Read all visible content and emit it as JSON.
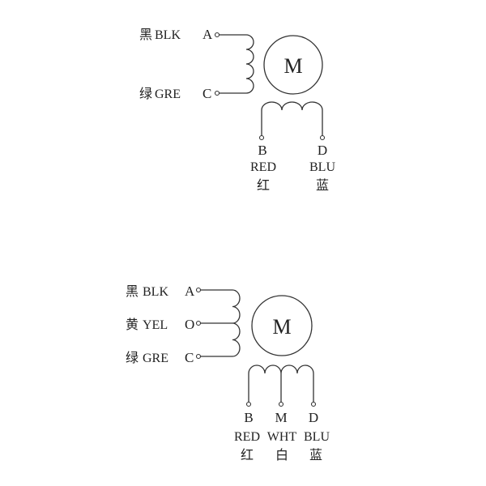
{
  "diagrams": [
    {
      "title_hidden": null,
      "left_wires": [
        {
          "color_cn": "黑",
          "color_en": "BLK",
          "pin": "A"
        },
        {
          "color_cn": "绿",
          "color_en": "GRE",
          "pin": "C"
        }
      ],
      "motor_label": "M",
      "bottom_wires": [
        {
          "pin": "B",
          "color_en": "RED",
          "color_cn": "红"
        },
        {
          "pin": "D",
          "color_en": "BLU",
          "color_cn": "蓝"
        }
      ]
    },
    {
      "left_wires": [
        {
          "color_cn": "黑",
          "color_en": "BLK",
          "pin": "A"
        },
        {
          "color_cn": "黄",
          "color_en": "YEL",
          "pin": "O"
        },
        {
          "color_cn": "绿",
          "color_en": "GRE",
          "pin": "C"
        }
      ],
      "motor_label": "M",
      "bottom_wires": [
        {
          "pin": "B",
          "color_en": "RED",
          "color_cn": "红"
        },
        {
          "pin": "M",
          "color_en": "WHT",
          "color_cn": "白"
        },
        {
          "pin": "D",
          "color_en": "BLU",
          "color_cn": "蓝"
        }
      ]
    }
  ]
}
